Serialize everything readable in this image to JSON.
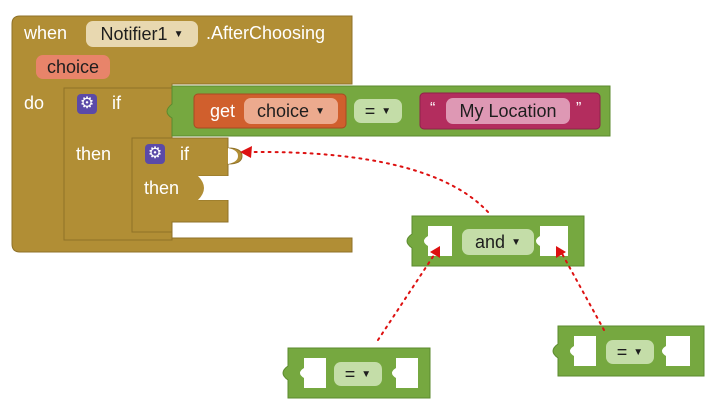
{
  "event_block": {
    "when_label": "when",
    "component": "Notifier1",
    "event": ".AfterChoosing",
    "parameter": "choice",
    "do_label": "do"
  },
  "outer_if": {
    "if_label": "if",
    "then_label": "then",
    "condition": {
      "get_label": "get",
      "variable": "choice",
      "operator": "=",
      "open_quote": "“",
      "string_value": "My Location",
      "close_quote": "”"
    }
  },
  "inner_if": {
    "if_label": "if",
    "then_label": "then"
  },
  "and_block": {
    "operator": "and"
  },
  "compare_block_left": {
    "operator": "="
  },
  "compare_block_right": {
    "operator": "="
  },
  "colors": {
    "control": "#B18E35",
    "logic": "#76A840",
    "variable": "#D05F2D",
    "text": "#B32D5E",
    "gear": "#5B4AA8",
    "arrow": "#DD1111"
  },
  "icons": [
    "gear-icon",
    "dropdown-arrow-icon"
  ]
}
